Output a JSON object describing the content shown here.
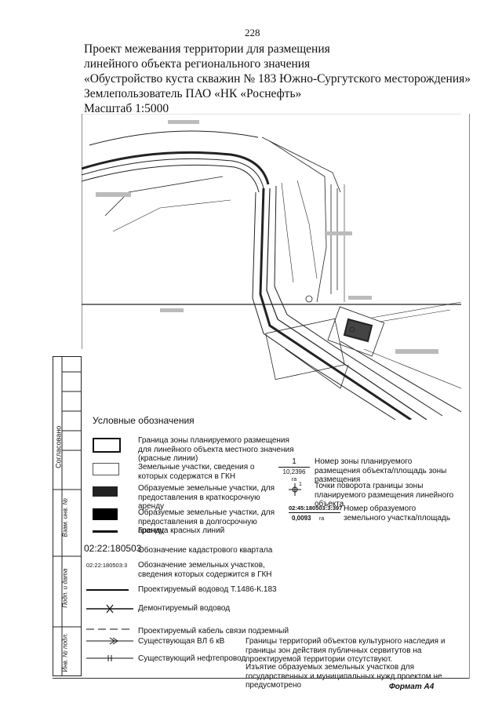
{
  "page_number": "228",
  "title_lines": [
    "Проект межевания территории для размещения",
    "линейного объекта регионального значения",
    "«Обустройство куста скважин № 183 Южно-Сургутского месторождения»",
    "Землепользователь ПАО «НК «Роснефть»",
    "Масштаб 1:5000"
  ],
  "side_stamp": {
    "agreed": "Согласовано",
    "inv_replace": "Взам. инв. №",
    "sign_date": "Подп. и дата",
    "inv_orig": "Инв. № подл."
  },
  "legend": {
    "title": "Условные обозначения",
    "left_items": [
      {
        "label": "Граница зоны планируемого размещения для линейного объекта местного значения (красные линии)"
      },
      {
        "label": "Земельные участки, сведения о которых содержатся в ГКН"
      },
      {
        "label": "Образуемые земельные участки, для предоставления в краткосрочную аренду"
      },
      {
        "label": "Образуемые земельные участки, для предоставления в долгосрочную аренду"
      },
      {
        "label": "Граница красных линий"
      },
      {
        "symbol": "02:22:180503",
        "label": "Обозначение кадастрового квартала"
      },
      {
        "symbol": "02:22:180503:3",
        "label": "Обозначение земельных участков, сведения которых содержится в ГКН"
      },
      {
        "label": "Проектируемый водовод Т.1486-К.183"
      },
      {
        "label": "Демонтируемый водовод"
      },
      {
        "label": "Проектируемый кабель связи подземный"
      },
      {
        "label": "Существующая ВЛ 6 кВ"
      },
      {
        "label": "Существующий нефтепровод"
      }
    ],
    "right_items": [
      {
        "num": "1",
        "den": "10,2396",
        "unit": "га",
        "label": "Номер зоны планируемого размещения объекта/площадь зоны размещения"
      },
      {
        "num": "1",
        "label": "Точки поворота границы зоны планируемого размещения линейного объекта"
      },
      {
        "num": "02:45:180503:3:397",
        "den": "0,0093",
        "unit": "га",
        "label": "Номер образуемого земельного участка/площадь"
      }
    ],
    "notes": [
      "Границы территорий объектов культурного наследия и границы зон действия публичных сервитутов на проектируемой территории отсутствуют.",
      "Изъятие образуемых земельных участков для государственных и муниципальных нужд проектом не предусмотрено"
    ]
  },
  "format_label": "Формат А4",
  "colors": {
    "ink": "#111111",
    "paper": "#ffffff"
  }
}
